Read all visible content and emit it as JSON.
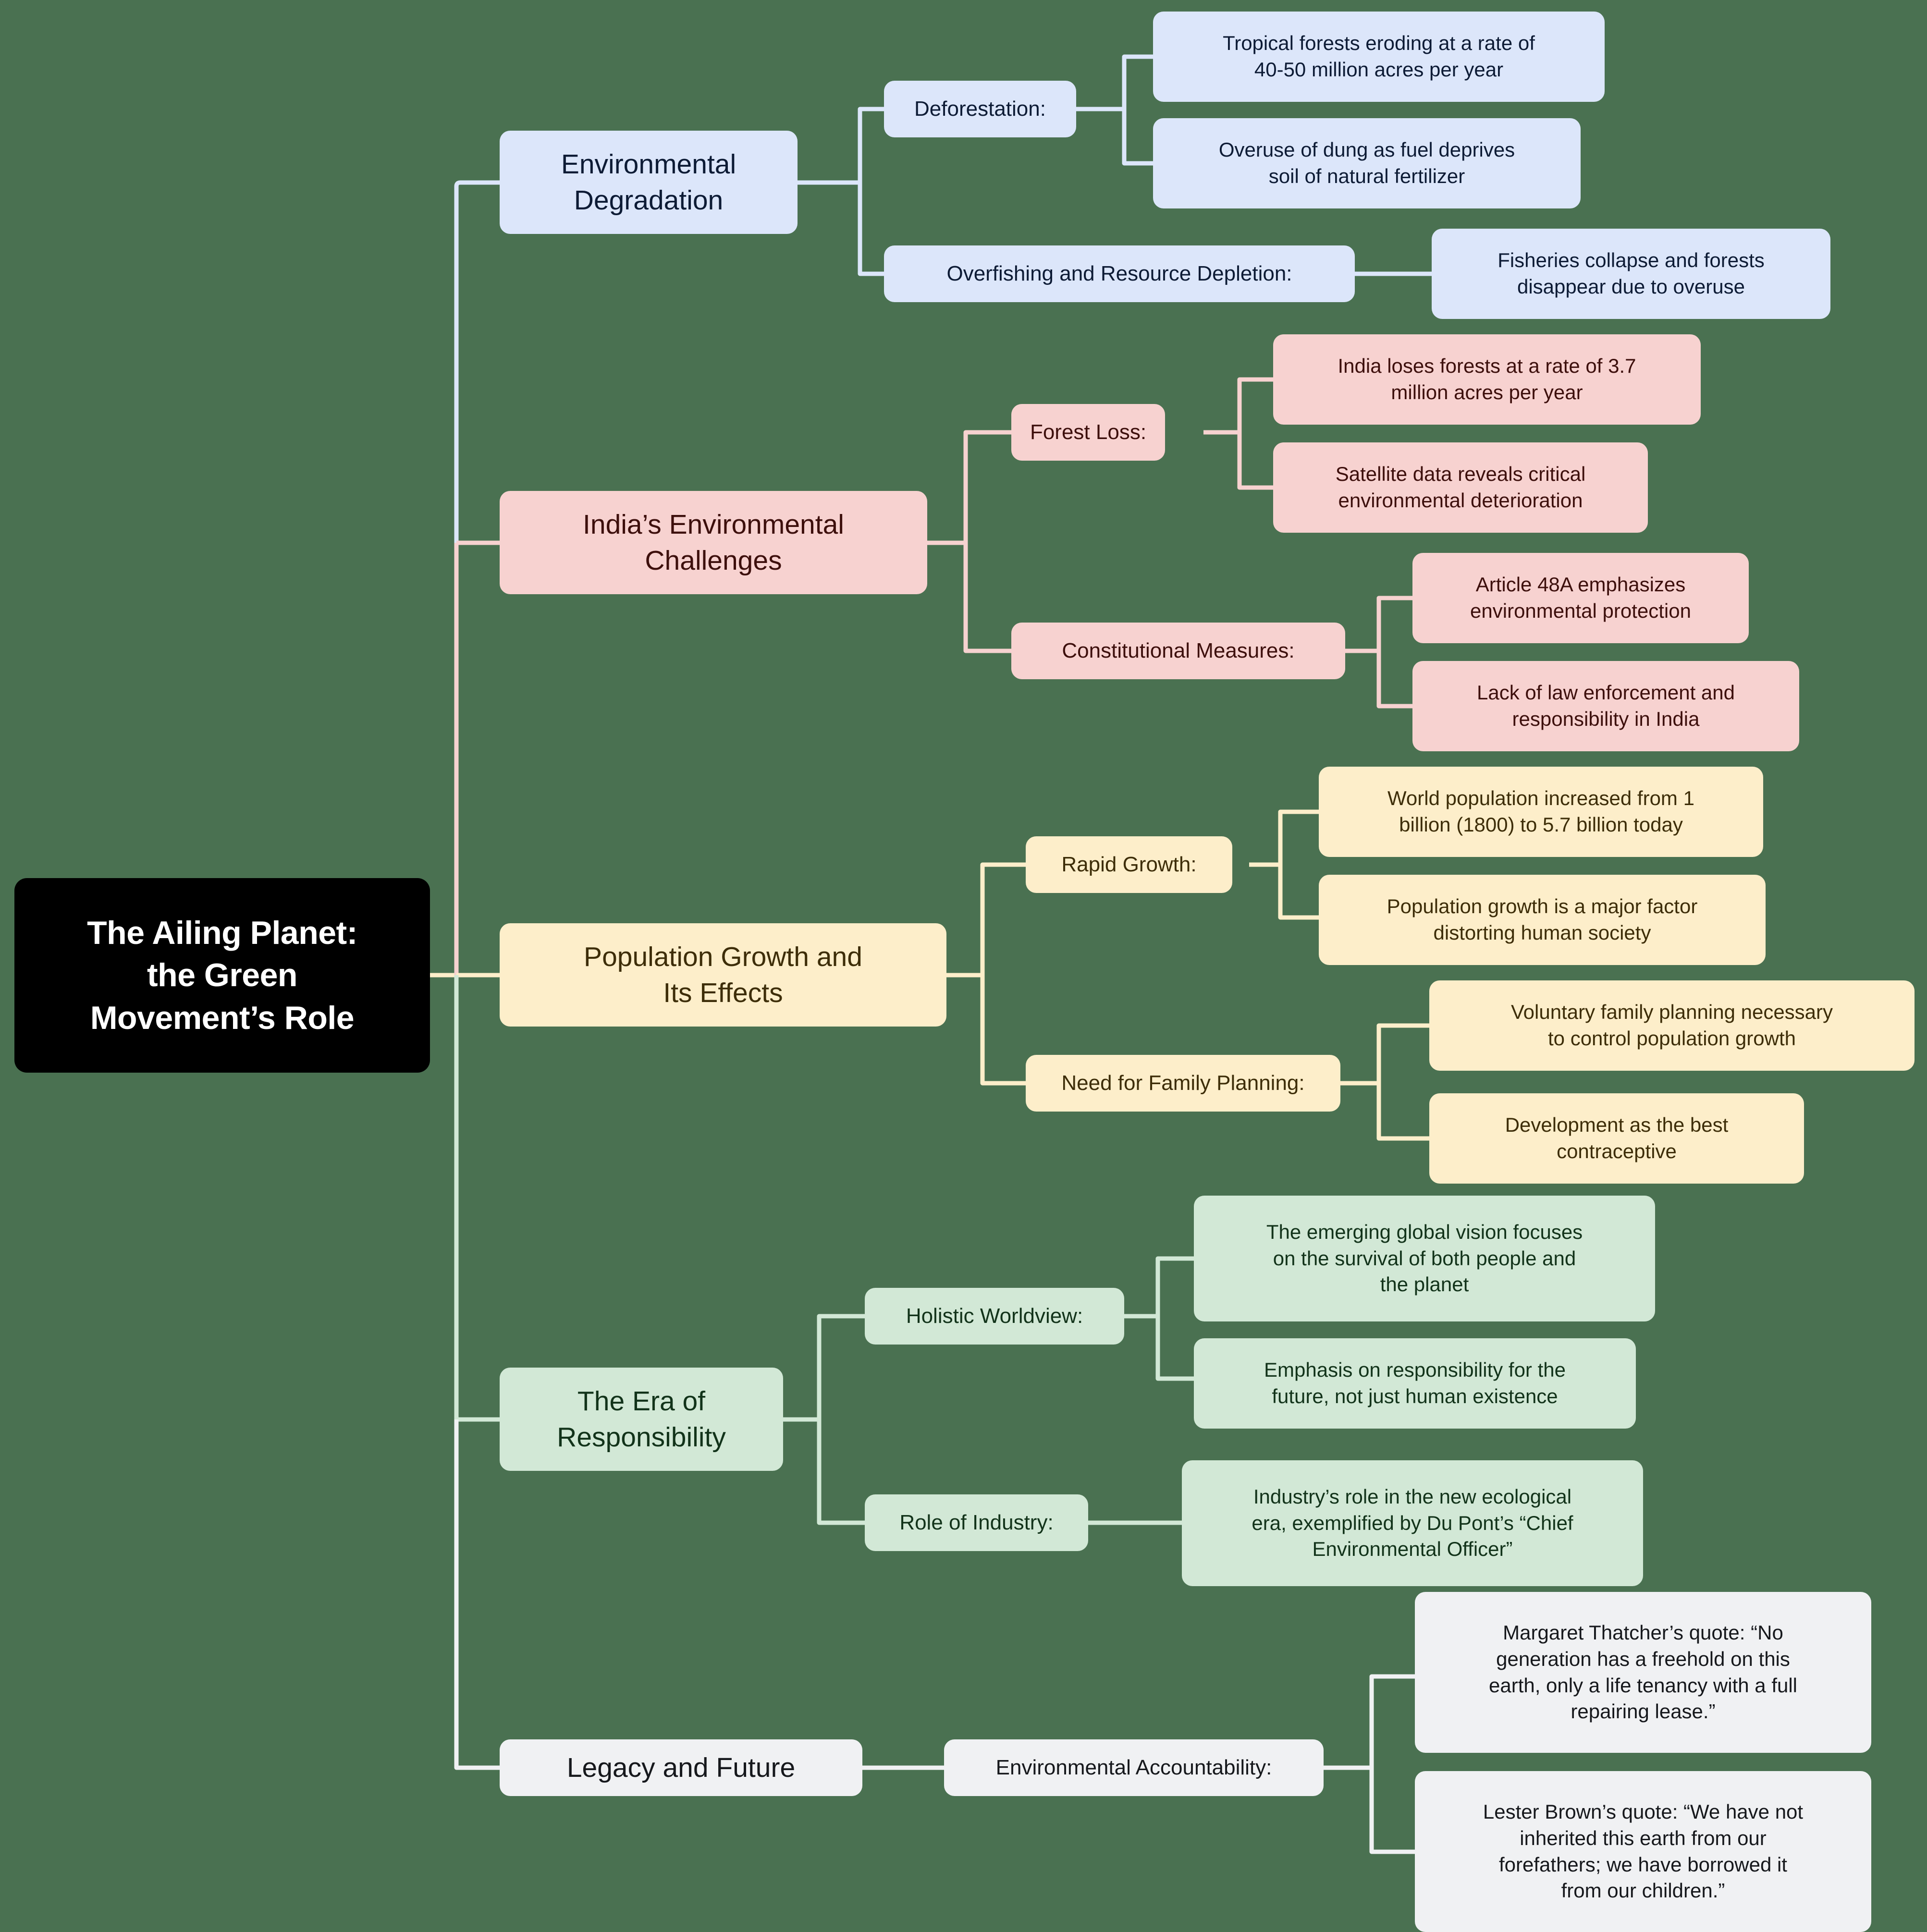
{
  "mindmap": {
    "title": "The Ailing Planet: the Green Movement's Role",
    "background_color": "#4a7151",
    "root": {
      "label": "The Ailing Planet:\nthe Green\nMovement’s Role",
      "fill": "#000000",
      "text_color": "#ffffff"
    },
    "branches": [
      {
        "id": "environmental-degradation",
        "label": "Environmental\nDegradation",
        "fill": "#dce6fa",
        "text_color": "#0d1b35",
        "children": [
          {
            "id": "deforestation",
            "label": "Deforestation:",
            "children": [
              {
                "id": "tropical-forests-eroding",
                "label": "Tropical forests eroding at a rate of\n40-50 million acres per year"
              },
              {
                "id": "overuse-of-dung",
                "label": "Overuse of dung as fuel deprives\nsoil of natural fertilizer"
              }
            ]
          },
          {
            "id": "overfishing-resource-depletion",
            "label": "Overfishing and Resource Depletion:",
            "children": [
              {
                "id": "fisheries-collapse",
                "label": "Fisheries collapse and forests\ndisappear due to overuse"
              }
            ]
          }
        ]
      },
      {
        "id": "indias-environmental-challenges",
        "label": "India’s Environmental\nChallenges",
        "fill": "#f7d2d0",
        "text_color": "#3d0f0c",
        "children": [
          {
            "id": "forest-loss",
            "label": "Forest Loss:",
            "children": [
              {
                "id": "india-loses-forests",
                "label": "India loses forests at a rate of 3.7\nmillion acres per year"
              },
              {
                "id": "satellite-data",
                "label": "Satellite data reveals critical\nenvironmental deterioration"
              }
            ]
          },
          {
            "id": "constitutional-measures",
            "label": "Constitutional Measures:",
            "children": [
              {
                "id": "article-48a",
                "label": "Article 48A emphasizes\nenvironmental protection"
              },
              {
                "id": "lack-of-law-enforcement",
                "label": "Lack of law enforcement and\nresponsibility in India"
              }
            ]
          }
        ]
      },
      {
        "id": "population-growth-and-its-effects",
        "label": "Population Growth and\nIts Effects",
        "fill": "#fdeeca",
        "text_color": "#3d2d08",
        "children": [
          {
            "id": "rapid-growth",
            "label": "Rapid Growth:",
            "children": [
              {
                "id": "world-population-increased",
                "label": "World population increased from 1\nbillion (1800) to 5.7 billion today"
              },
              {
                "id": "population-growth-major-factor",
                "label": "Population growth is a major factor\ndistorting human society"
              }
            ]
          },
          {
            "id": "need-for-family-planning",
            "label": "Need for Family Planning:",
            "children": [
              {
                "id": "voluntary-family-planning",
                "label": "Voluntary family planning necessary\nto control population growth"
              },
              {
                "id": "development-best-contraceptive",
                "label": "Development as the best\ncontraceptive"
              }
            ]
          }
        ]
      },
      {
        "id": "the-era-of-responsibility",
        "label": "The Era of\nResponsibility",
        "fill": "#d2e8d6",
        "text_color": "#12331a",
        "children": [
          {
            "id": "holistic-worldview",
            "label": "Holistic Worldview:",
            "children": [
              {
                "id": "emerging-global-vision",
                "label": "The emerging global vision focuses\non the survival of both people and\nthe planet"
              },
              {
                "id": "emphasis-on-responsibility",
                "label": "Emphasis on responsibility for the\nfuture, not just human existence"
              }
            ]
          },
          {
            "id": "role-of-industry",
            "label": "Role of Industry:",
            "children": [
              {
                "id": "industrys-role",
                "label": "Industry’s role in the new ecological\nera, exemplified by Du Pont’s “Chief\nEnvironmental Officer”"
              }
            ]
          }
        ]
      },
      {
        "id": "legacy-and-future",
        "label": "Legacy and Future",
        "fill": "#f0f1f3",
        "text_color": "#16181c",
        "children": [
          {
            "id": "environmental-accountability",
            "label": "Environmental Accountability:",
            "children": [
              {
                "id": "thatcher-quote",
                "label": "Margaret Thatcher’s quote: “No\ngeneration has a freehold on this\nearth, only a life tenancy with a full\nrepairing lease.”"
              },
              {
                "id": "lester-brown-quote",
                "label": "Lester Brown’s quote: “We have not\ninherited this earth from our\nforefathers; we have borrowed it\nfrom our children.”"
              }
            ]
          }
        ]
      }
    ]
  }
}
